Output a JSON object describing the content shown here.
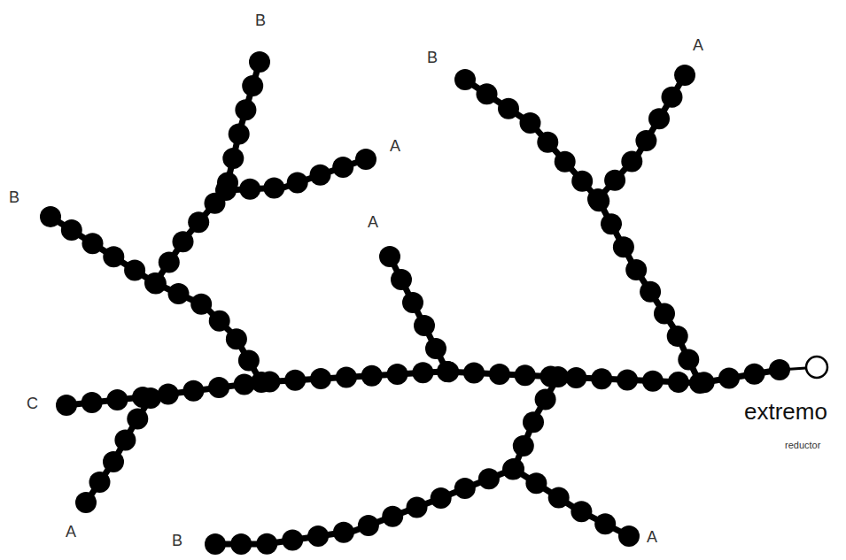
{
  "diagram": {
    "labels": [
      "B",
      "A",
      "B",
      "A",
      "B",
      "A",
      "C",
      "extremo",
      "reductor",
      "A",
      "B",
      "A"
    ]
  }
}
